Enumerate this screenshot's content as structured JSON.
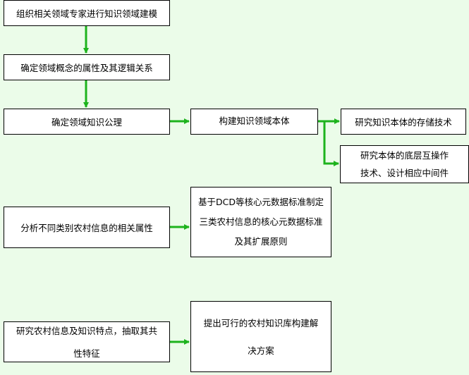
{
  "colors": {
    "background": "#ebfce9",
    "arrow": "#1db31d"
  },
  "nodes": {
    "n1": {
      "lines": [
        "组织相关领域专家进行知识领域建模"
      ]
    },
    "n2": {
      "lines": [
        "确定领域概念的属性及其逻辑关系"
      ]
    },
    "n3": {
      "lines": [
        "确定领域知识公理"
      ]
    },
    "n4": {
      "lines": [
        "构建知识领域本体"
      ]
    },
    "n5": {
      "lines": [
        "研究知识本体的存储技术"
      ]
    },
    "n6": {
      "lines": [
        "研究本体的底层互操作",
        "技术、设计相应中间件"
      ]
    },
    "n7": {
      "lines": [
        "基于DCD等核心元数据标准制定",
        "三类农村信息的核心元数据标准",
        "及其扩展原则"
      ]
    },
    "n8": {
      "lines": [
        "分析不同类别农村信息的相关属性"
      ]
    },
    "n9": {
      "lines": [
        "研究农村信息及知识特点，抽取其共",
        "性特征"
      ]
    },
    "n10": {
      "lines": [
        "提出可行的农村知识库构建解",
        "决方案"
      ]
    }
  }
}
